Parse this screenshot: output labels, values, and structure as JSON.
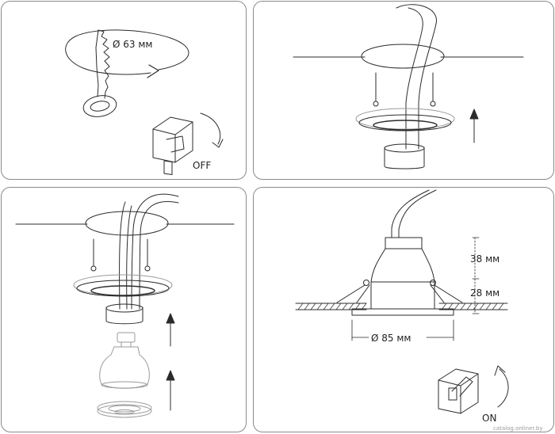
{
  "panels": [
    {
      "id": "step-1-cut-hole",
      "labels": {
        "diameter": "Ø 63 мм",
        "switch_state": "OFF"
      }
    },
    {
      "id": "step-2-mount-frame",
      "labels": {}
    },
    {
      "id": "step-3-insert-lamp",
      "labels": {}
    },
    {
      "id": "step-4-installed",
      "labels": {
        "height_top": "38 мм",
        "height_bottom": "28 мм",
        "diameter": "Ø 85 мм",
        "switch_state": "ON"
      }
    }
  ],
  "watermark": "catalog.onliner.by",
  "colors": {
    "line": "#2b2b2b",
    "light_line": "#9a9a9a",
    "border": "#8a8a8a"
  }
}
